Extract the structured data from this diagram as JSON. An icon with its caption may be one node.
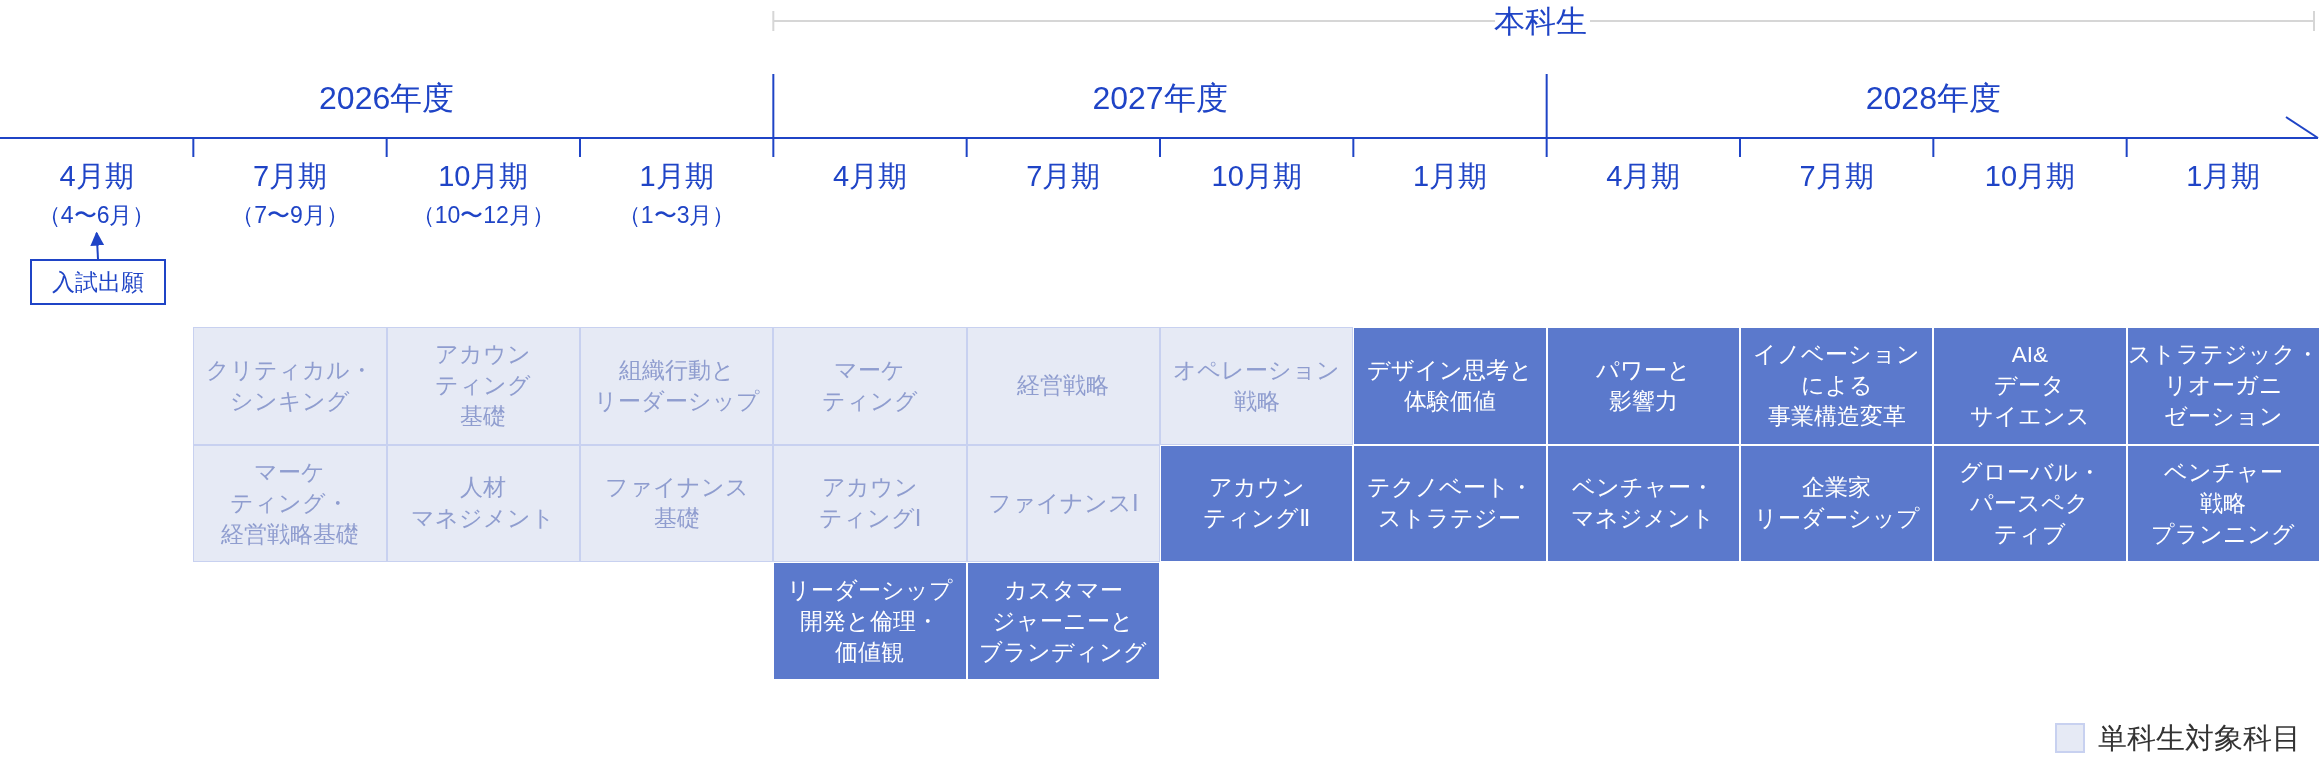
{
  "diagram": {
    "nodes": [
      {
        "text": [
          "4月期",
          "（4〜6月）"
        ]
      },
      {
        "text": [
          "入試出願"
        ]
      },
      {
        "text": [
          "クリティカル・シンキング"
        ]
      },
      {
        "text": [
          "アカウンティング基礎"
        ]
      },
      {
        "text": [
          "組織行動とリーダーシップ"
        ]
      },
      {
        "text": [
          "マーケティング"
        ]
      },
      {
        "text": [
          "経営戦略"
        ]
      },
      {
        "text": [
          "オペレーション戦略"
        ]
      },
      {
        "text": [
          "デザイン思考と体験価値"
        ]
      },
      {
        "text": [
          "パワーと影響力"
        ]
      },
      {
        "text": [
          "イノベーションによる事業構造変革"
        ]
      },
      {
        "text": [
          "AI&データサイエンス"
        ]
      },
      {
        "text": [
          "ストラテジック・リオーガニゼーション"
        ]
      },
      {
        "text": [
          "マーケティング・経営戦略基礎"
        ]
      },
      {
        "text": [
          "人材マネジメント"
        ]
      },
      {
        "text": [
          "ファイナンス基礎"
        ]
      },
      {
        "text": [
          "アカウンティングⅠ"
        ]
      },
      {
        "text": [
          "ファイナンスⅠ"
        ]
      },
      {
        "text": [
          "アカウンティングⅡ"
        ]
      },
      {
        "text": [
          "テクノベート・ストラテジー"
        ]
      },
      {
        "text": [
          "ベンチャー・マネジメント"
        ]
      },
      {
        "text": [
          "企業家リーダーシップ"
        ]
      },
      {
        "text": [
          "グローバル・パースペクティブ"
        ]
      },
      {
        "text": [
          "ベンチャー戦略プランニング"
        ]
      },
      {
        "text": [
          "リーダーシップ開発と倫理・価値観"
        ]
      },
      {
        "text": [
          "カスタマージャーニーとブランディング"
        ]
      }
    ],
    "edges": [
      {
        "from": 1,
        "to": 0,
        "arrow": "to"
      }
    ],
    "labels": [
      "本科生",
      "2026年度",
      "2027年度",
      "2028年度",
      "7月期",
      "10月期",
      "1月期",
      "4月期",
      "7月期",
      "10月期",
      "1月期",
      "4月期",
      "7月期",
      "10月期",
      "1月期",
      "（7〜9月）",
      "（10〜12月）",
      "（1〜3月）"
    ],
    "legend": [
      {
        "text": "単科生対象科目",
        "color": "#e6eaf5"
      }
    ]
  }
}
